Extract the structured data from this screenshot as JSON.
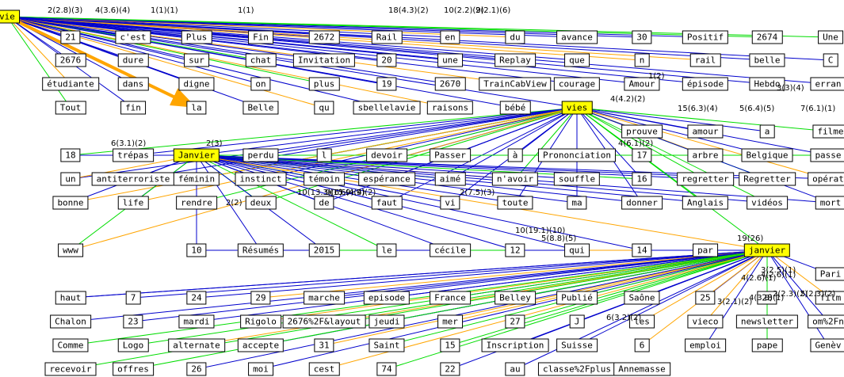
{
  "colors": {
    "blue": "#0000cc",
    "green": "#00dd00",
    "orange": "#ffa500",
    "hub": "#ffff00"
  },
  "hubs": [
    "vie",
    "vies",
    "Janvier",
    "janvier"
  ],
  "nodes": [
    "vie",
    "21",
    "c'est",
    "Plus",
    "Fin",
    "2672",
    "Rail",
    "en",
    "du",
    "avance",
    "30",
    "Positif",
    "2674",
    "Une",
    "2676",
    "dure",
    "sur",
    "chat",
    "Invitation",
    "20",
    "une",
    "Replay",
    "que",
    "n",
    "rail",
    "belle",
    "C",
    "étudiante",
    "dans",
    "digne",
    "on",
    "plus",
    "19",
    "2670",
    "TrainCabView",
    "courage",
    "Amour",
    "épisode",
    "Hebdo",
    "erran",
    "Tout",
    "fin",
    "la",
    "Belle",
    "qu",
    "sbellelavie",
    "raisons",
    "bébé",
    "vies",
    "prouve",
    "amour",
    "a",
    "filme",
    "18",
    "trépas",
    "Janvier",
    "perdu",
    "l",
    "devoir",
    "Passer",
    "à",
    "Prononciation",
    "17",
    "arbre",
    "Belgique",
    "passe",
    "un",
    "antiterroriste",
    "féminin",
    "instinct",
    "témoin",
    "espérance",
    "aimé",
    "n'avoir",
    "souffle",
    "16",
    "regretter",
    "Regretter",
    "opérat",
    "bonne",
    "life",
    "rendre",
    "deux",
    "de",
    "faut",
    "vi",
    "toute",
    "ma",
    "donner",
    "Anglais",
    "vidéos",
    "mort",
    "www",
    "10",
    "Résumés",
    "2015",
    "le",
    "cécile",
    "12",
    "qui",
    "14",
    "par",
    "janvier",
    "haut",
    "7",
    "24",
    "29",
    "marche",
    "episode",
    "France",
    "Belley",
    "Publié",
    "Saône",
    "25",
    "28",
    "Pari",
    "film",
    "Chalon",
    "23",
    "mardi",
    "Rigolo",
    "2676%2F&layout",
    "jeudi",
    "mer",
    "27",
    "J",
    "les",
    "vieco",
    "newsletter",
    "om%2Fn",
    "Comme",
    "Logo",
    "alternate",
    "accepte",
    "31",
    "Saint",
    "15",
    "Inscription",
    "Suisse",
    "6",
    "emploi",
    "pape",
    "Genèv",
    "recevoir",
    "offres",
    "26",
    "moi",
    "cest",
    "74",
    "22",
    "au",
    "classe%2Fplus",
    "Annemasse"
  ],
  "edge_labels": [
    "2(2.8)(3)",
    "4(3.6)(4)",
    "1(1)(1)",
    "1(1)",
    "18(4.3)(2)",
    "10(2.2)(9)",
    "2(2.1)(6)",
    "4(2.6)(1)",
    "4(4.2)(2)",
    "15(6.3)(4)",
    "5(6.4)(5)",
    "7(6.1)(1)",
    "6(3.1)(2)",
    "2(3)",
    "4(6.1)(2)",
    "10(13.3)(6)",
    "6(4.9)(2)",
    "9(15.9)(4)",
    "2(7.5)(3)",
    "10(19.1)(10)",
    "5(8.8)(5)",
    "19(26)",
    "3(2.5)(1)",
    "4(2.6)(1)",
    "4(3.8)(1)",
    "3(2.1)(2)",
    "2(2.3)(2)",
    "5(2.3)(2)",
    "6(3.2)(2)",
    "2(2)",
    "1(2)",
    "3(3)(4)"
  ]
}
